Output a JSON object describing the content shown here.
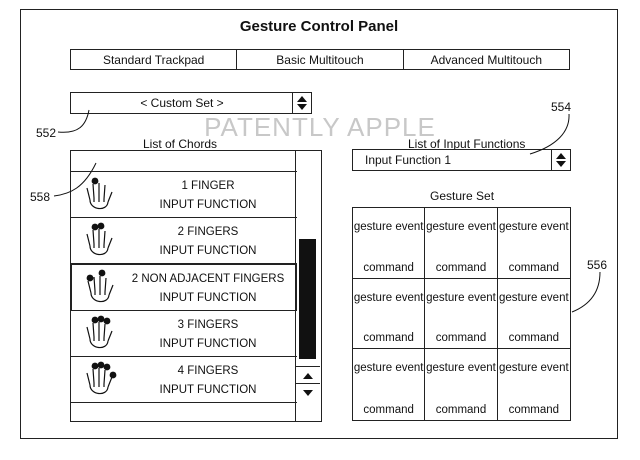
{
  "title": "Gesture Control Panel",
  "tabs": [
    "Standard Trackpad",
    "Basic Multitouch",
    "Advanced Multitouch"
  ],
  "set_dropdown": {
    "value": "< Custom Set >"
  },
  "watermark": "PATENTLY APPLE",
  "chords_label": "List of Chords",
  "input_functions_label": "List of Input Functions",
  "function_dropdown": {
    "value": "Input Function 1"
  },
  "gesture_set_label": "Gesture Set",
  "chords": [
    {
      "line1": "1 FINGER",
      "line2": "INPUT FUNCTION",
      "fingers": 1
    },
    {
      "line1": "2 FINGERS",
      "line2": "INPUT FUNCTION",
      "fingers": 2
    },
    {
      "line1": "2 NON ADJACENT FINGERS",
      "line2": "INPUT FUNCTION",
      "fingers": 2
    },
    {
      "line1": "3 FINGERS",
      "line2": "INPUT FUNCTION",
      "fingers": 3
    },
    {
      "line1": "4 FINGERS",
      "line2": "INPUT FUNCTION",
      "fingers": 4
    }
  ],
  "gesture_cells": [
    {
      "event": "gesture event",
      "command": "command"
    },
    {
      "event": "gesture event",
      "command": "command"
    },
    {
      "event": "gesture event",
      "command": "command"
    },
    {
      "event": "gesture event",
      "command": "command"
    },
    {
      "event": "gesture event",
      "command": "command"
    },
    {
      "event": "gesture event",
      "command": "command"
    },
    {
      "event": "gesture event",
      "command": "command"
    },
    {
      "event": "gesture event",
      "command": "command"
    },
    {
      "event": "gesture event",
      "command": "command"
    }
  ],
  "ref_numbers": {
    "r552": "552",
    "r554": "554",
    "r556": "556",
    "r558": "558"
  }
}
